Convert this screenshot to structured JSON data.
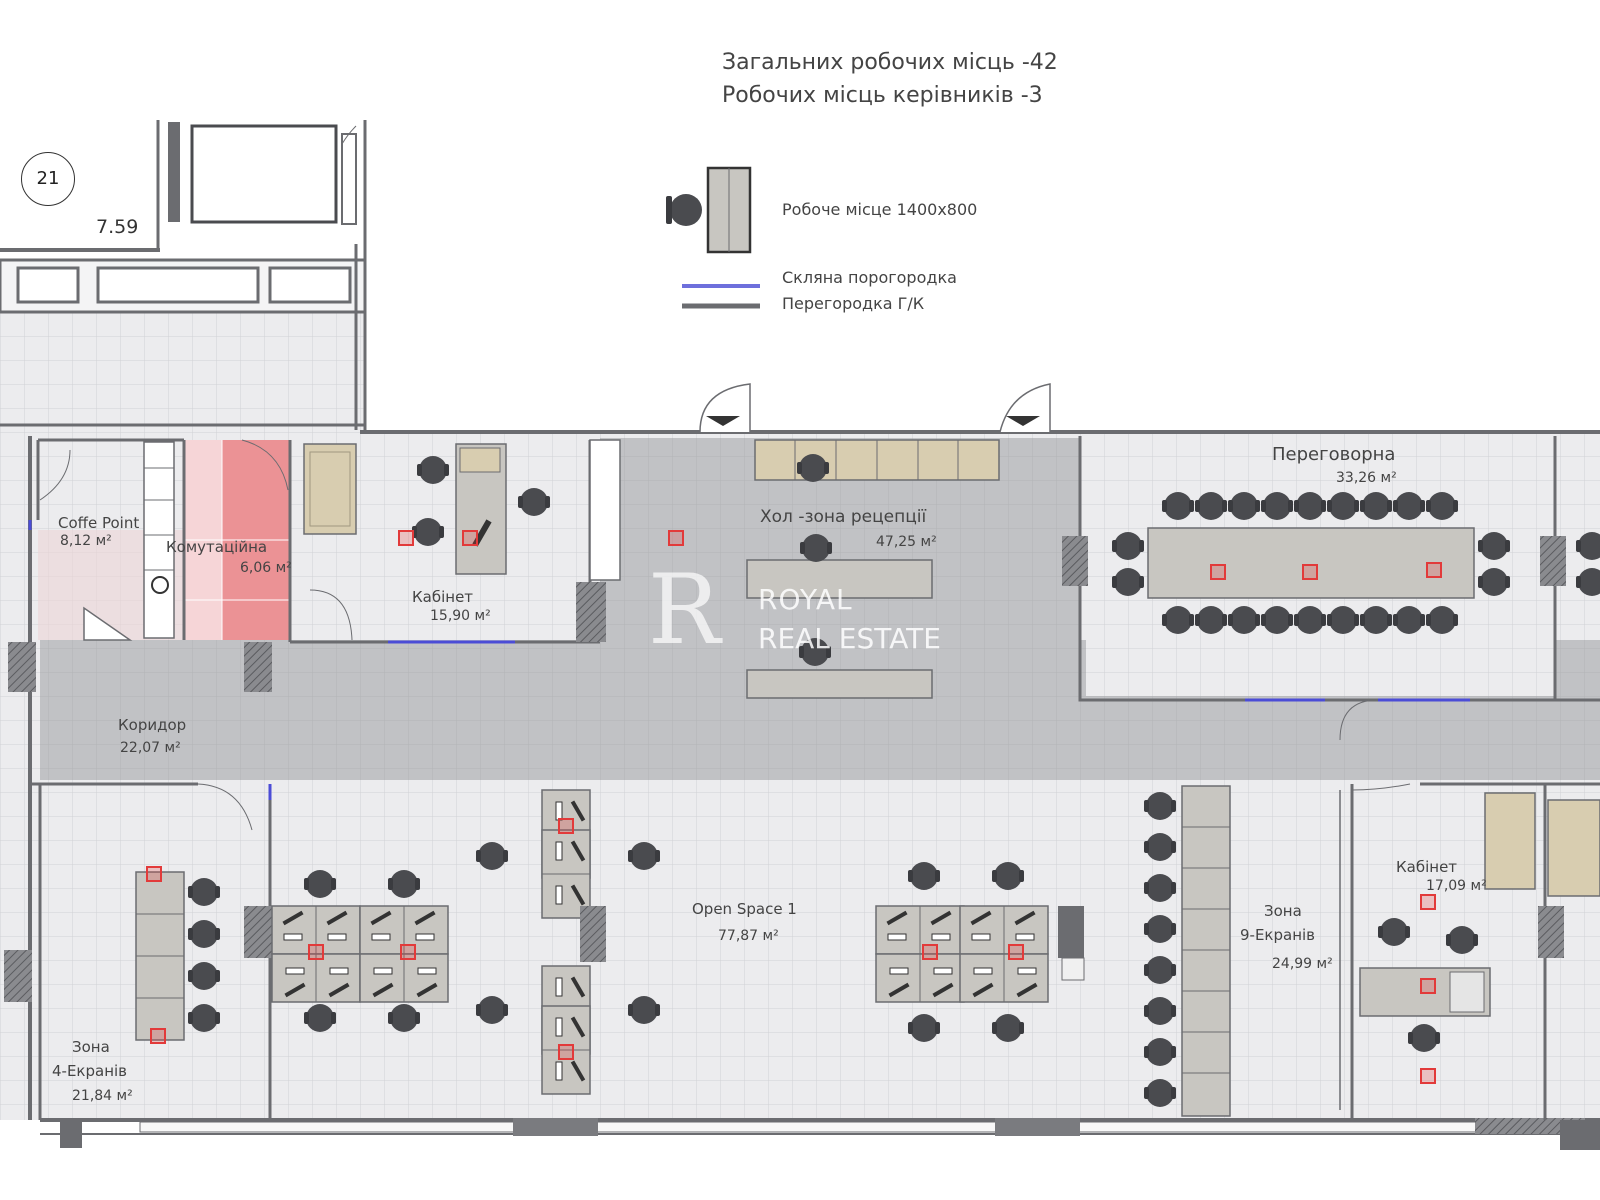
{
  "header": {
    "line1": "Загальних робочих місць -42",
    "line2": "Робочих місць керівників  -3"
  },
  "legend": {
    "workplace": "Робоче місце 1400х800",
    "glass_partition": "Скляна порогородка",
    "gk_partition": "Перегородка Г/К"
  },
  "unit_badge": "21",
  "dimension": "7.59",
  "watermark": {
    "logo": "R",
    "line1": "ROYAL",
    "line2": "REAL ESTATE"
  },
  "colors": {
    "floor_tile": "#ecedef",
    "corridor": "#bfc0c3",
    "wall": "#6b6c70",
    "glass": "#4b4cd6",
    "desk": "#c8c6c1",
    "chair": "#4a4b4f",
    "socket": "#e23a3a",
    "server_room": "#e9868a",
    "wood": "#d8cdb0"
  },
  "rooms": {
    "coffee": {
      "name": "Coffe Point",
      "area": "8,12 м²"
    },
    "server": {
      "name": "Комутаційна",
      "area": "6,06 м²"
    },
    "cabinet1": {
      "name": "Кабінет",
      "area": "15,90 м²"
    },
    "hall": {
      "name": "Хол -зона рецепції",
      "area": "47,25 м²"
    },
    "meeting": {
      "name": "Переговорна",
      "area": "33,26 м²"
    },
    "corridor": {
      "name": "Коридор",
      "area": "22,07 м²"
    },
    "openspace": {
      "name": "Open Space 1",
      "area": "77,87 м²"
    },
    "zone4": {
      "name1": "Зона",
      "name2": "4-Екранів",
      "area": "21,84 м²"
    },
    "zone9": {
      "name1": "Зона",
      "name2": "9-Екранів",
      "area": "24,99 м²"
    },
    "cabinet2": {
      "name": "Кабінет",
      "area": "17,09 м²"
    }
  }
}
